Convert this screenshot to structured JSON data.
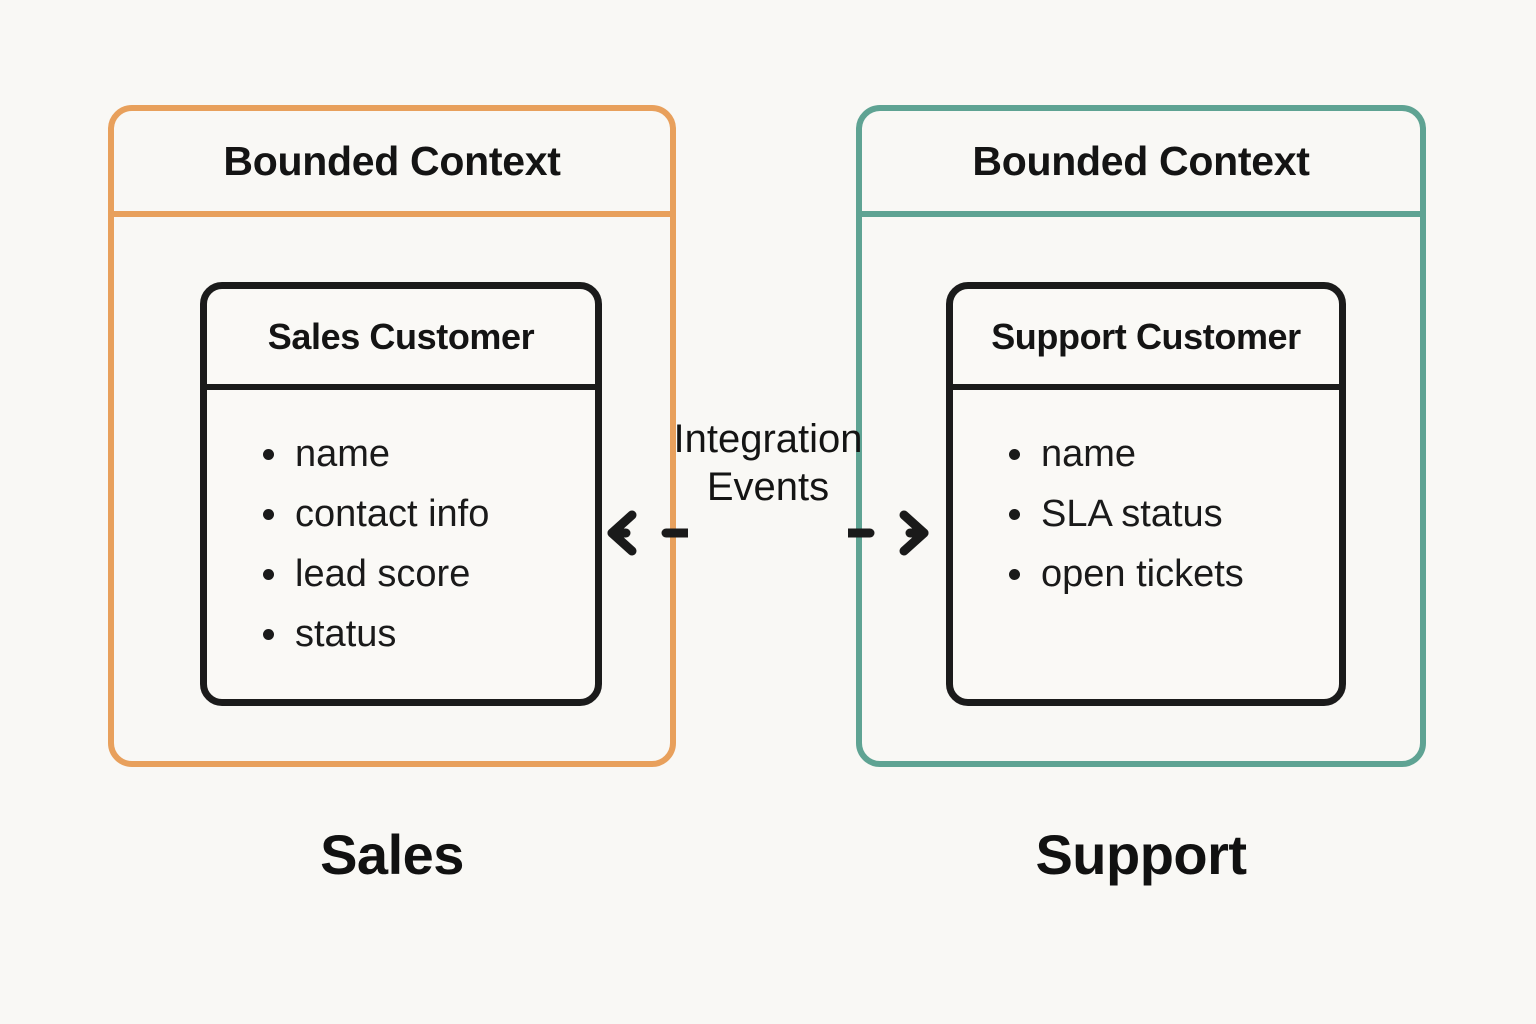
{
  "background_color": "#f9f8f5",
  "diagram": {
    "title_hidden": "",
    "contexts": [
      {
        "key": "sales",
        "header_label": "Bounded Context",
        "accent_color": "#e8a05c",
        "bottom_label": "Sales",
        "entity": {
          "name": "Sales Customer",
          "attributes": [
            "name",
            "contact info",
            "lead score",
            "status"
          ]
        }
      },
      {
        "key": "support",
        "header_label": "Bounded Context",
        "accent_color": "#5fa393",
        "bottom_label": "Support",
        "entity": {
          "name": "Support Customer",
          "attributes": [
            "name",
            "SLA status",
            "open tickets"
          ]
        }
      }
    ],
    "integration": {
      "label_line1": "Integration",
      "label_line2": "Events",
      "left_arrow_icon": "arrow-left-dashed-icon",
      "right_arrow_icon": "arrow-right-dashed-icon",
      "arrow_color": "#1a1a1a",
      "arrow_style": "dashed"
    }
  }
}
